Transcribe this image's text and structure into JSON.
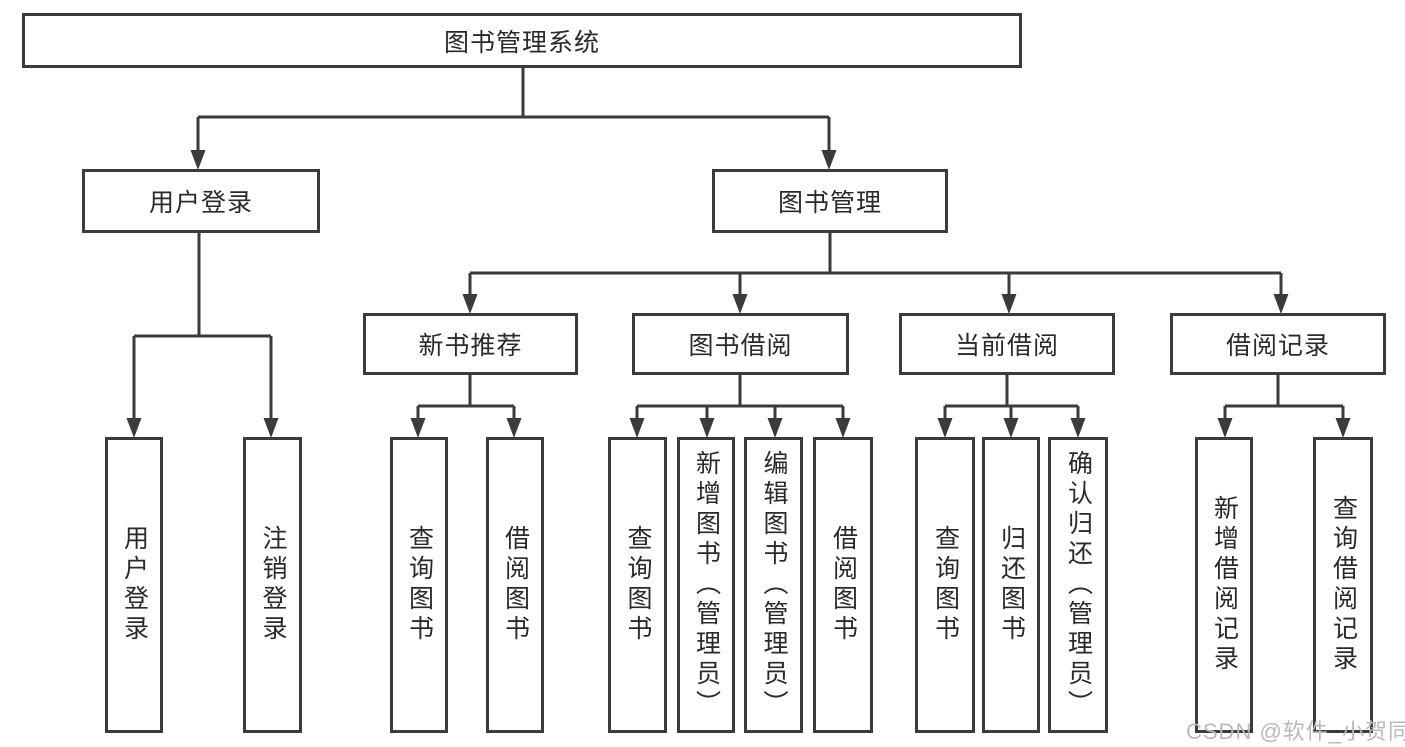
{
  "tree": {
    "root": {
      "label": "图书管理系统"
    },
    "branches": [
      {
        "label": "用户登录",
        "children": [
          {
            "label": "用户登录"
          },
          {
            "label": "注销登录"
          }
        ]
      },
      {
        "label": "图书管理",
        "children": [
          {
            "label": "新书推荐",
            "children": [
              {
                "label": "查询图书"
              },
              {
                "label": "借阅图书"
              }
            ]
          },
          {
            "label": "图书借阅",
            "children": [
              {
                "label": "查询图书"
              },
              {
                "label": "新增图书（管理员）"
              },
              {
                "label": "编辑图书（管理员）"
              },
              {
                "label": "借阅图书"
              }
            ]
          },
          {
            "label": "当前借阅",
            "children": [
              {
                "label": "查询图书"
              },
              {
                "label": "归还图书"
              },
              {
                "label": "确认归还（管理员）"
              }
            ]
          },
          {
            "label": "借阅记录",
            "children": [
              {
                "label": "新增借阅记录"
              },
              {
                "label": "查询借阅记录"
              }
            ]
          }
        ]
      }
    ]
  },
  "watermark": {
    "text": "CSDN @软件_小贺同学"
  },
  "colors": {
    "line": "#3b3b3b",
    "text": "#2a2a2a",
    "watermark": "#b9b9b9",
    "background": "#ffffff"
  }
}
